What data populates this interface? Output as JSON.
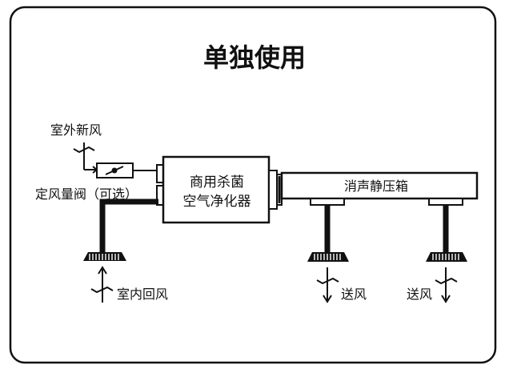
{
  "title": "单独使用",
  "labels": {
    "outdoor_air": "室外新风",
    "damper": "定风量阀（可选）",
    "indoor_return": "室内回风",
    "supply_1": "送风",
    "supply_2": "送风"
  },
  "purifier": {
    "line1": "商用杀菌",
    "line2": "空气净化器"
  },
  "plenum": "消声静压箱",
  "colors": {
    "stroke": "#111111",
    "background": "#ffffff"
  }
}
